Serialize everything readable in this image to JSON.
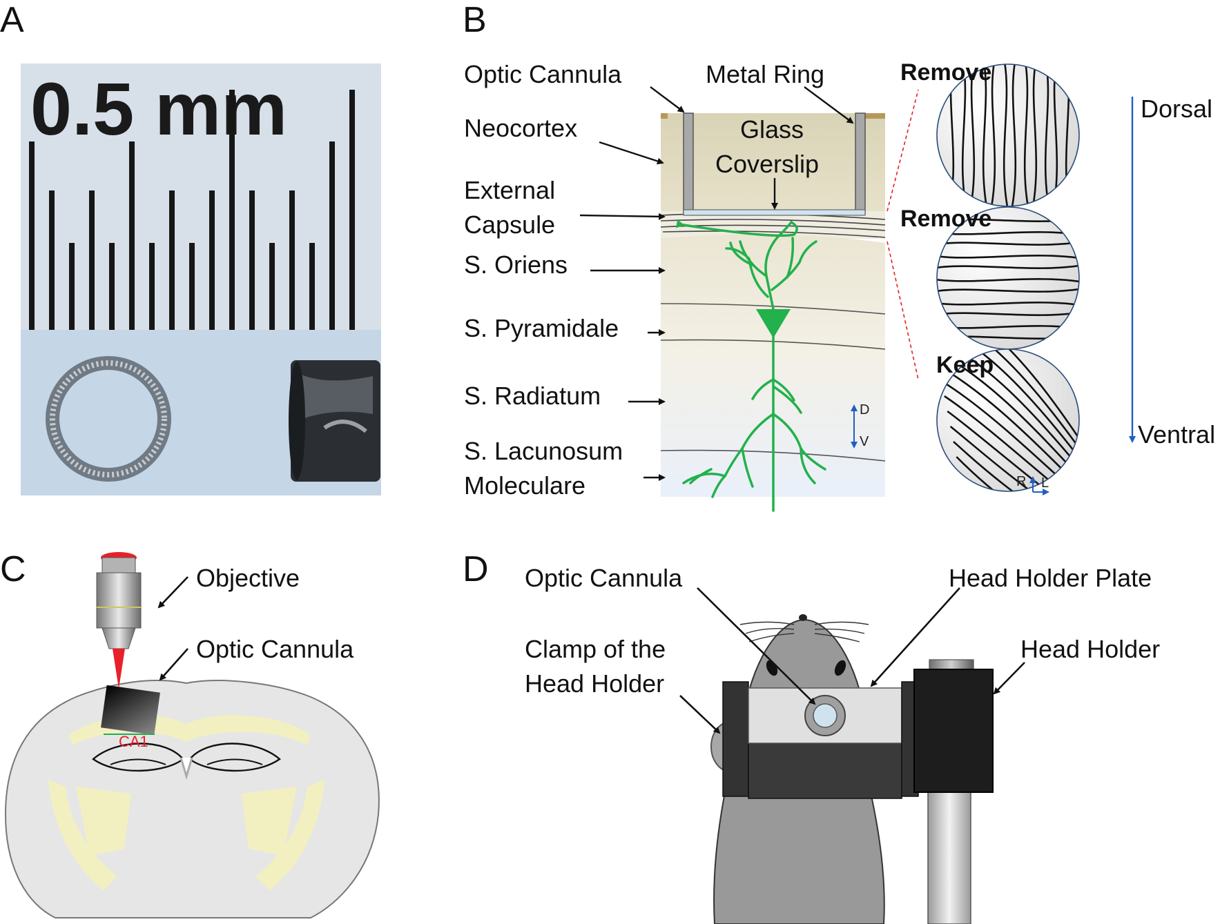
{
  "panels": {
    "a": {
      "letter": "A",
      "scale_text": "0.5 mm"
    },
    "b": {
      "letter": "B",
      "labels": {
        "optic_cannula": "Optic Cannula",
        "metal_ring": "Metal Ring",
        "neocortex": "Neocortex",
        "glass": "Glass",
        "coverslip": "Coverslip",
        "external": "External",
        "capsule": "Capsule",
        "oriens": "S. Oriens",
        "pyramidale": "S. Pyramidale",
        "radiatum": "S. Radiatum",
        "lacunosum": "S. Lacunosum",
        "moleculare": "Moleculare",
        "d": "D",
        "v": "V"
      },
      "circles": {
        "remove_1": "Remove",
        "remove_2": "Remove",
        "keep": "Keep",
        "dorsal": "Dorsal",
        "ventral": "Ventral",
        "r": "R",
        "l": "L"
      }
    },
    "c": {
      "letter": "C",
      "objective": "Objective",
      "optic_cannula": "Optic Cannula",
      "ca1": "CA1"
    },
    "d": {
      "letter": "D",
      "optic_cannula": "Optic Cannula",
      "head_holder_plate": "Head Holder Plate",
      "clamp_line1": "Clamp of the",
      "clamp_line2": "Head Holder",
      "head_holder": "Head Holder"
    }
  },
  "colors": {
    "neuron": "#22b14c",
    "axis_blue": "#1f5fbf",
    "laser_red": "#e8202a",
    "ca1_red": "#e8202a",
    "brain_fill": "#e6e6e6",
    "white_matter": "#f2f0c0"
  }
}
